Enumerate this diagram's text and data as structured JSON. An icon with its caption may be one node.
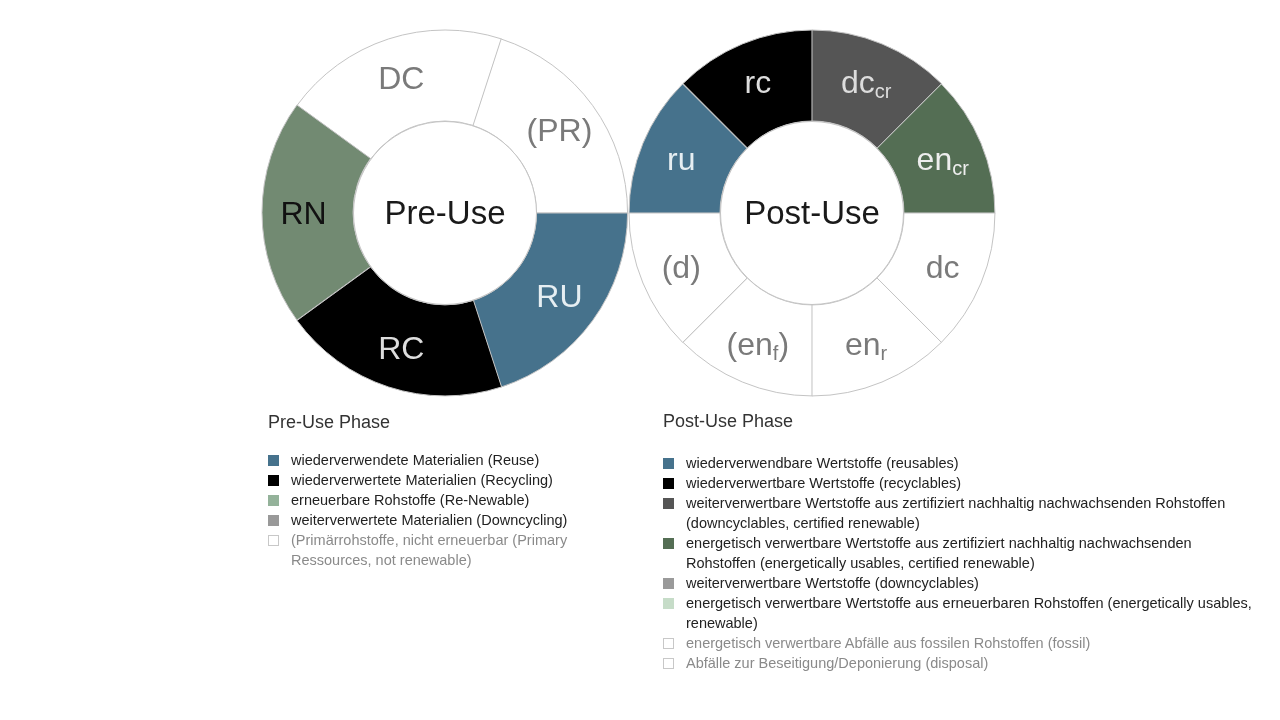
{
  "diagram": {
    "nodes": [
      {
        "text": [
          "DC"
        ]
      },
      {
        "text": [
          "(PR)"
        ]
      },
      {
        "text": [
          "RN"
        ]
      },
      {
        "text": [
          "Pre-Use"
        ]
      },
      {
        "text": [
          "RU"
        ]
      },
      {
        "text": [
          "RC"
        ]
      },
      {
        "text": [
          "rc"
        ]
      },
      {
        "text": [
          "dc$_{cr}$"
        ]
      },
      {
        "text": [
          "ru"
        ]
      },
      {
        "text": [
          "en$_{cr}$"
        ]
      },
      {
        "text": [
          "Post-Use"
        ]
      },
      {
        "text": [
          "(d)"
        ]
      },
      {
        "text": [
          "dc"
        ]
      },
      {
        "text": [
          "(en$_{f}$)"
        ]
      },
      {
        "text": [
          "en$_{r}$"
        ]
      }
    ],
    "labels": [
      "Pre-Use Phase",
      "Post-Use Phase"
    ],
    "legend": [
      {
        "text": "wiederverwendete Materialien (Reuse)",
        "color": "#46728c"
      },
      {
        "text": "wiederverwertete Materialien (Recycling)",
        "color": "#000000"
      },
      {
        "text": "erneuerbare Rohstoffe (Re-Newable)",
        "color": "#94b29a"
      },
      {
        "text": "weiterverwertete Materialien (Downcycling)",
        "color": "#999999"
      },
      {
        "text": "(Primärrohstoffe, nicht erneuerbar (Primary Ressources, not renewable)"
      },
      {
        "text": "wiederverwendbare Wertstoffe (reusables)",
        "color": "#46728c"
      },
      {
        "text": "wiederverwertbare Wertstoffe (recyclables)",
        "color": "#000000"
      },
      {
        "text": "weiterverwertbare Wertstoffe aus zertifiziert nachhaltig nachwachsenden Rohstoffen (downcyclables, certified renewable)",
        "color": "#555555"
      },
      {
        "text": "energetisch verwertbare Wertstoffe aus zertifiziert nachhaltig nachwachsenden Rohstoffen (energetically usables, certified renewable)",
        "color": "#546e54"
      },
      {
        "text": "weiterverwertbare Wertstoffe (downcyclables)",
        "color": "#9a9a9a"
      },
      {
        "text": "energetisch verwertbare Wertstoffe aus erneuerbaren Rohstoffen (energetically usables, renewable)",
        "color": "#c6dcc8"
      },
      {
        "text": "energetisch verwertbare Abfälle aus fossilen Rohstoffen (fossil)"
      },
      {
        "text": "Abfälle zur Beseitigung/Deponierung (disposal)"
      }
    ]
  }
}
